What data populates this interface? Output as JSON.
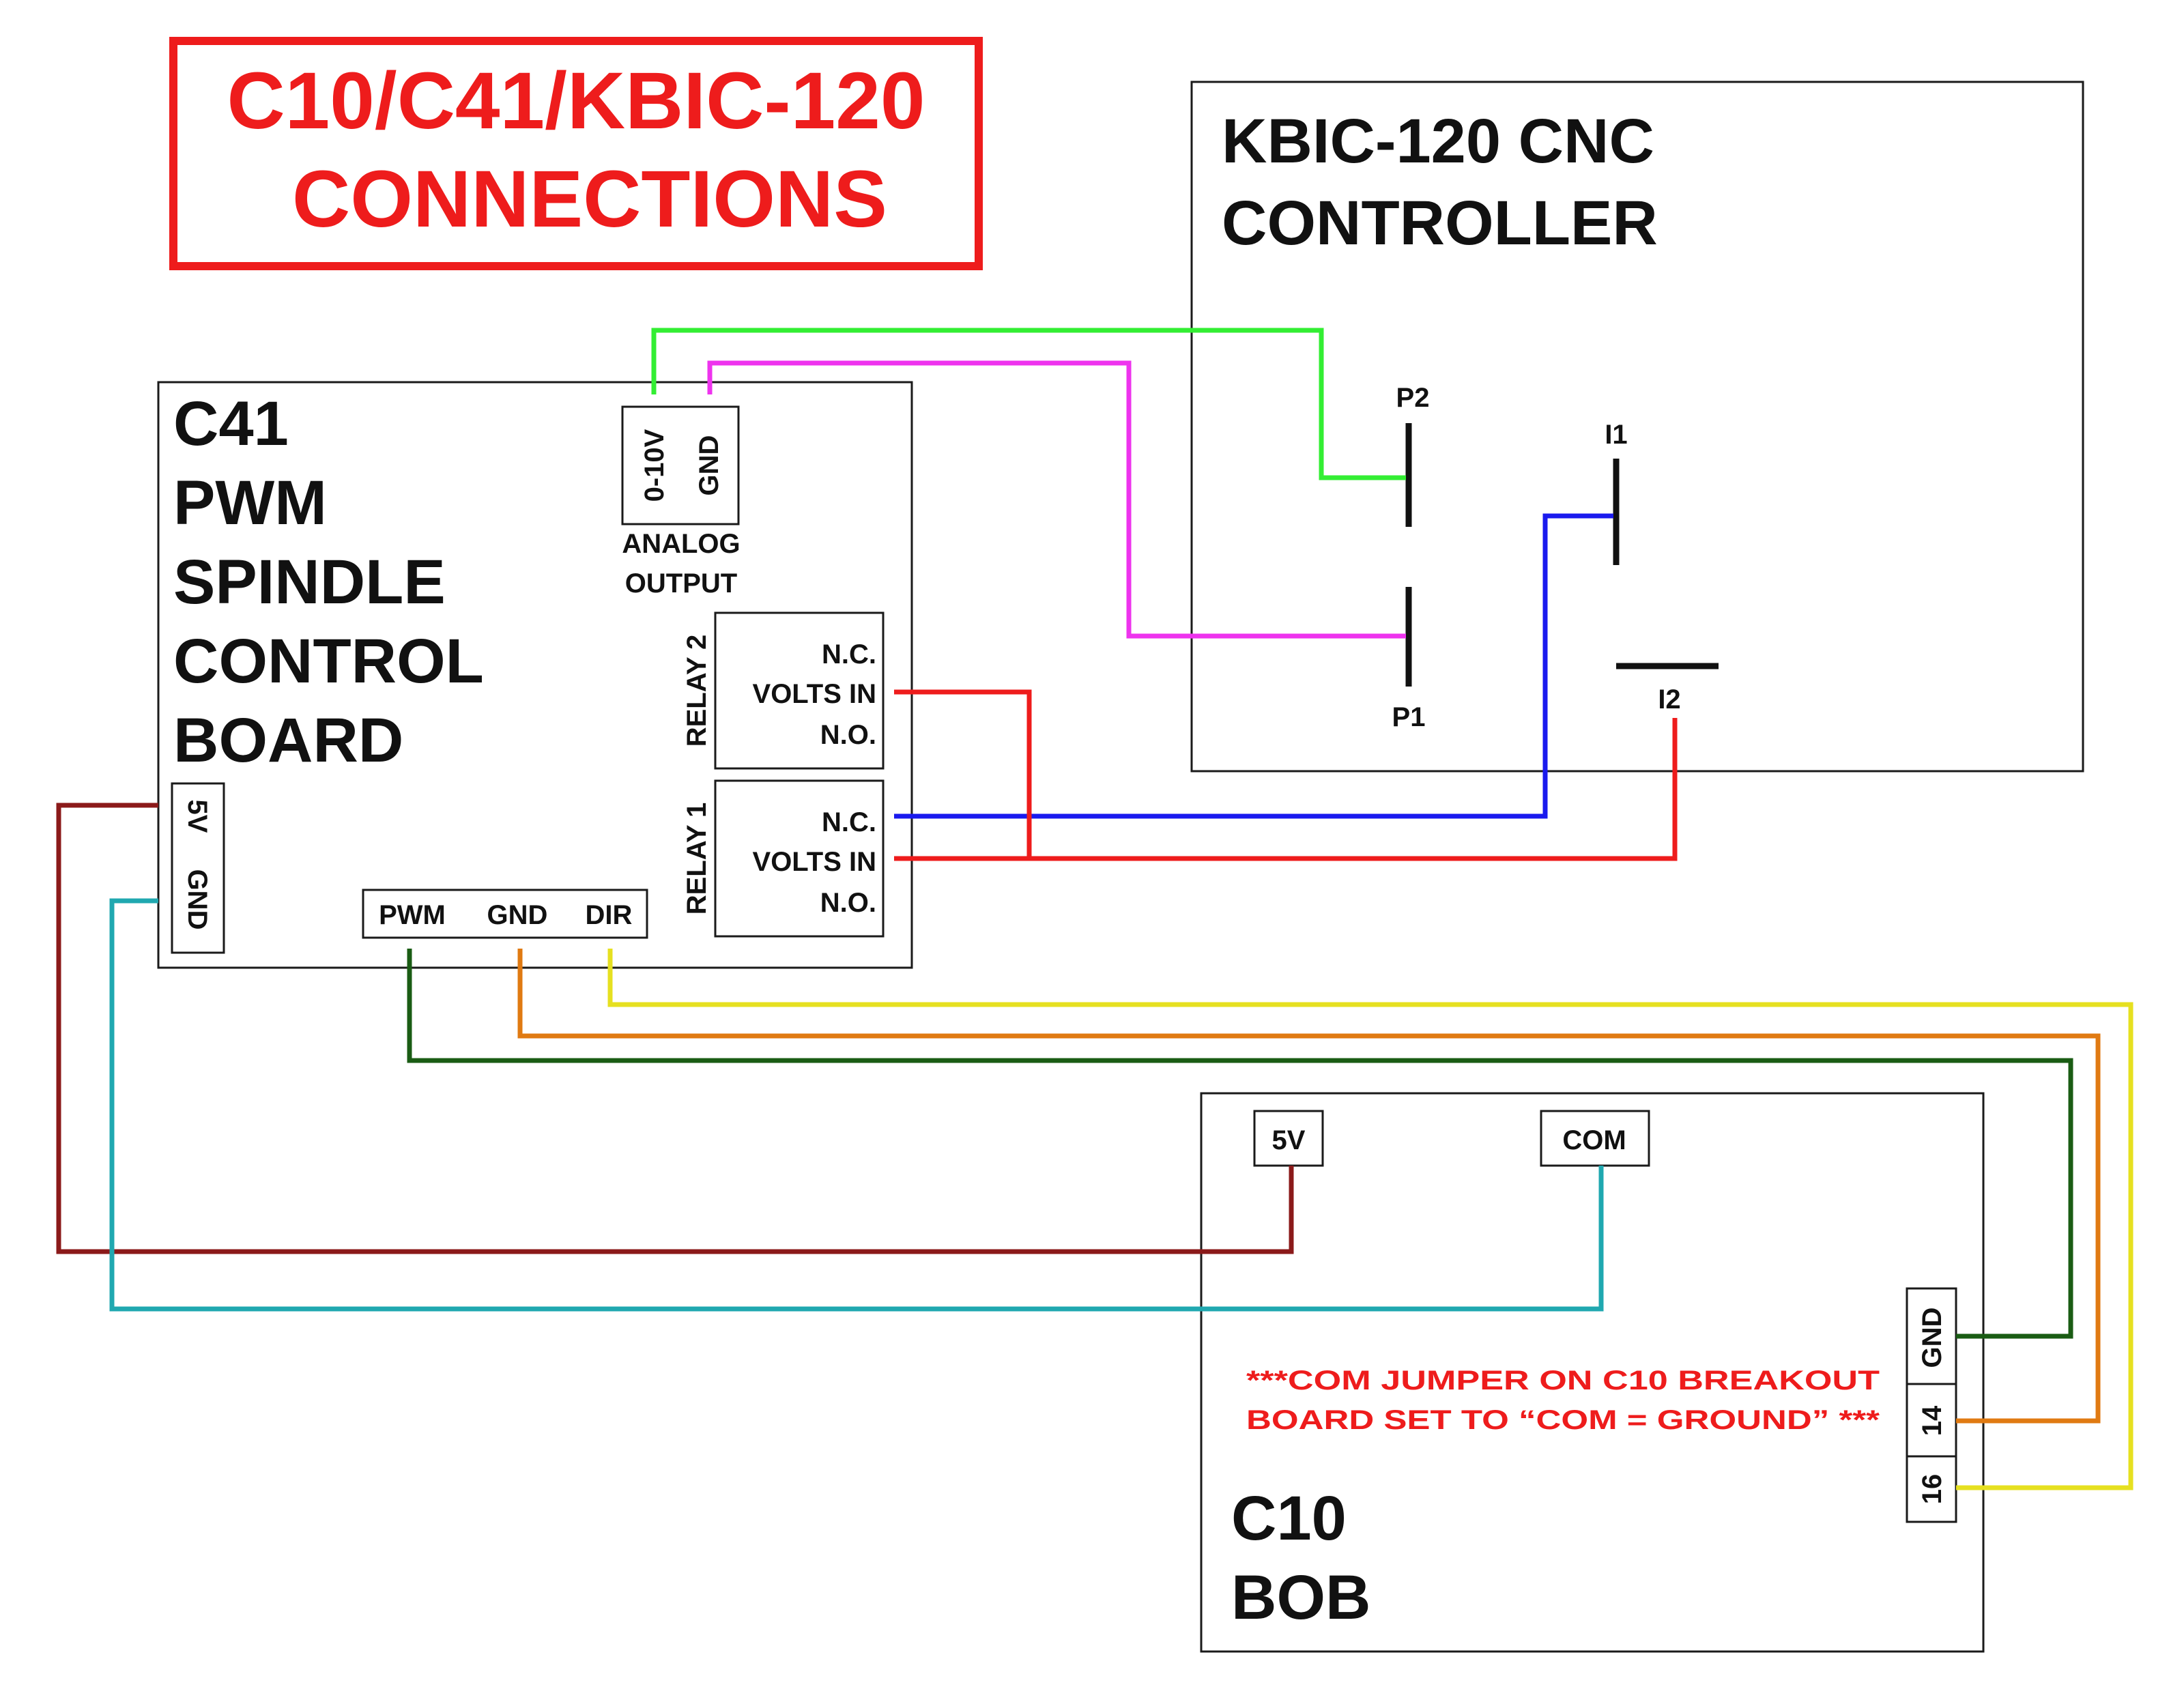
{
  "title": {
    "line1": "C10/C41/KBIC-120",
    "line2": "CONNECTIONS"
  },
  "kbic": {
    "name_line1": "KBIC-120 CNC",
    "name_line2": "CONTROLLER",
    "p2": "P2",
    "p1": "P1",
    "i1": "I1",
    "i2": "I2"
  },
  "c41": {
    "name_lines": [
      "C41",
      "PWM",
      "SPINDLE",
      "CONTROL",
      "BOARD"
    ],
    "analog_pins": [
      "0-10V",
      "GND"
    ],
    "analog_label_line1": "ANALOG",
    "analog_label_line2": "OUTPUT",
    "relay2_label": "RELAY 2",
    "relay1_label": "RELAY 1",
    "relay_terms": [
      "N.C.",
      "VOLTS IN",
      "N.O."
    ],
    "power_pins": [
      "5V",
      "GND"
    ],
    "signal_pins": [
      "PWM",
      "GND",
      "DIR"
    ]
  },
  "c10": {
    "name_line1": "C10",
    "name_line2": "BOB",
    "pin_5v": "5V",
    "pin_com": "COM",
    "side_pins": [
      "GND",
      "14",
      "16"
    ],
    "note_line1": "***COM  JUMPER  ON  C10  BREAKOUT",
    "note_line2": "BOARD  SET  TO  “COM = GROUND” ***"
  },
  "colors": {
    "title": "#ee1c1c",
    "wire_green": "#33ee33",
    "wire_magenta": "#ee33ee",
    "wire_blue": "#1a1aee",
    "wire_red": "#ee1c1c",
    "wire_maroon": "#8b1a1a",
    "wire_teal": "#20a8b0",
    "wire_darkgreen": "#1a5c14",
    "wire_orange": "#e07a12",
    "wire_yellow": "#e6e020"
  }
}
